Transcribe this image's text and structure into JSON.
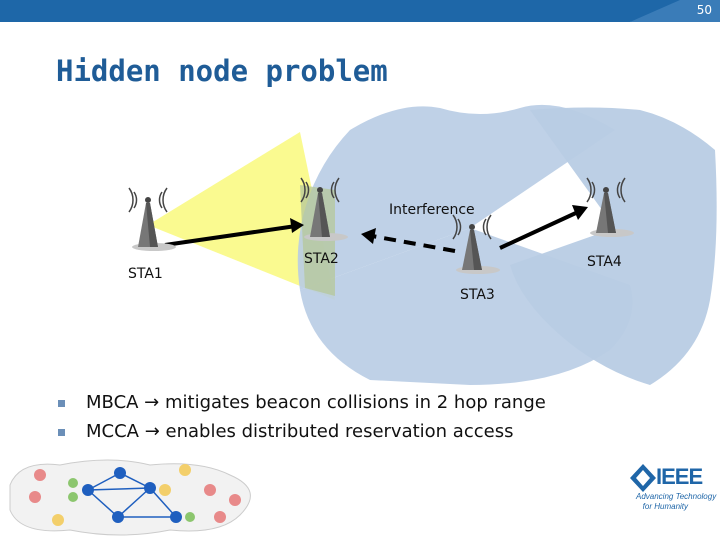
{
  "slide": {
    "page_number": "50",
    "title": "Hidden node problem"
  },
  "diagram": {
    "stations": [
      {
        "label": "STA1"
      },
      {
        "label": "STA2"
      },
      {
        "label": "STA3"
      },
      {
        "label": "STA4"
      }
    ],
    "interference_label": "Interference"
  },
  "bullets": [
    {
      "text": "MBCA → mitigates beacon collisions in 2 hop range"
    },
    {
      "text": "MCCA → enables distributed reservation access"
    }
  ],
  "logo": {
    "word": "IEEE",
    "tagline": "Advancing Technology\n   for Humanity"
  },
  "colors": {
    "brand_blue": "#1f66a8",
    "range_yellow": "#fafa8a",
    "range_blue": "#b8cce4"
  }
}
